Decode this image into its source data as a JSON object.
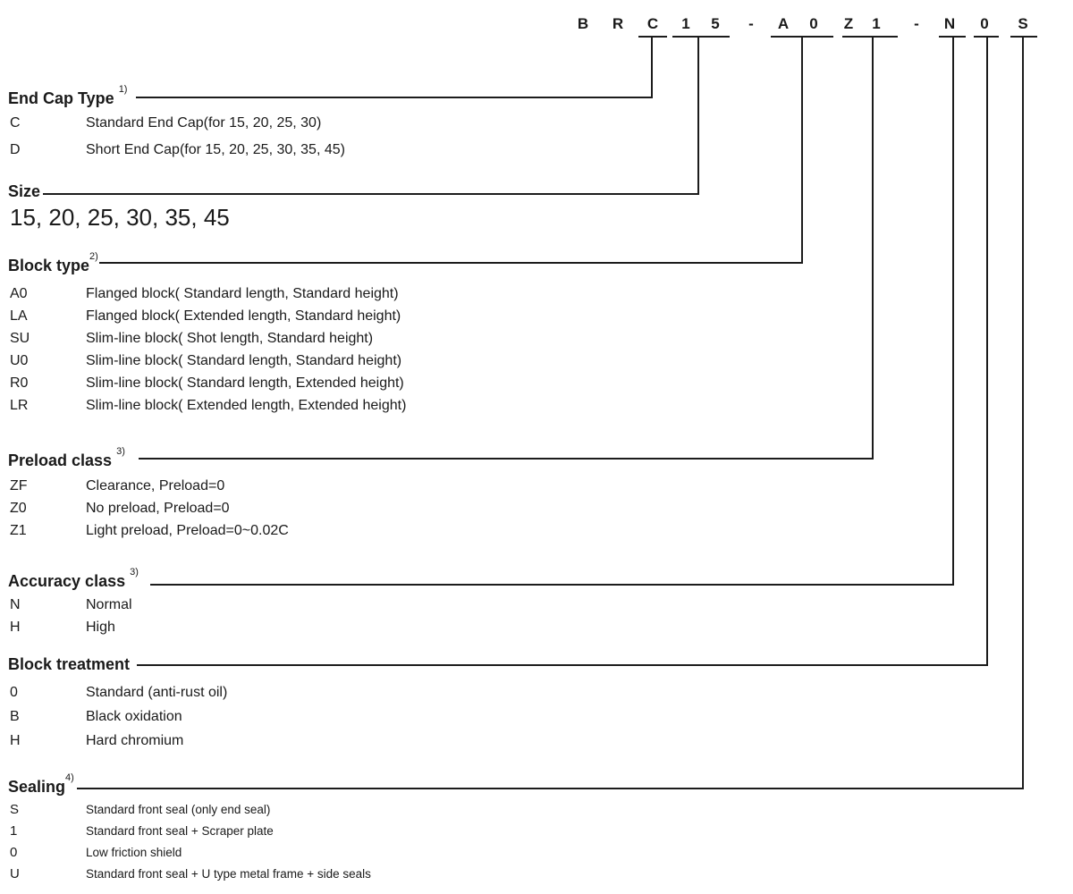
{
  "colors": {
    "background": "#ffffff",
    "text": "#1a1a1a",
    "line": "#1c1c1c"
  },
  "code": {
    "value": "BRC15-A0Z1-N0S",
    "chars": [
      "B",
      "R",
      "C",
      "1",
      "5",
      "-",
      "A",
      "0",
      "Z",
      "1",
      "-",
      "N",
      "0",
      "S"
    ]
  },
  "sections": [
    {
      "id": "end_cap_type",
      "title": "End Cap Type",
      "footnote": "1)",
      "items": [
        {
          "code": "C",
          "desc": "Standard End Cap(for 15, 20, 25, 30)"
        },
        {
          "code": "D",
          "desc": "Short End Cap(for 15, 20, 25, 30, 35, 45)"
        }
      ]
    },
    {
      "id": "size",
      "title": "Size",
      "footnote": "",
      "values": "15, 20, 25, 30, 35, 45",
      "items": []
    },
    {
      "id": "block_type",
      "title": "Block type",
      "footnote": "2)",
      "items": [
        {
          "code": "A0",
          "desc": "Flanged block( Standard length, Standard height)"
        },
        {
          "code": "LA",
          "desc": "Flanged block( Extended length, Standard height)"
        },
        {
          "code": "SU",
          "desc": "Slim-line block( Shot length, Standard height)"
        },
        {
          "code": "U0",
          "desc": "Slim-line block( Standard length, Standard height)"
        },
        {
          "code": "R0",
          "desc": "Slim-line block( Standard length, Extended height)"
        },
        {
          "code": "LR",
          "desc": "Slim-line block( Extended length, Extended height)"
        }
      ]
    },
    {
      "id": "preload_class",
      "title": "Preload class",
      "footnote": "3)",
      "items": [
        {
          "code": "ZF",
          "desc": "Clearance, Preload=0"
        },
        {
          "code": "Z0",
          "desc": "No preload, Preload=0"
        },
        {
          "code": "Z1",
          "desc": "Light preload, Preload=0~0.02C"
        }
      ]
    },
    {
      "id": "accuracy_class",
      "title": "Accuracy class",
      "footnote": "3)",
      "items": [
        {
          "code": "N",
          "desc": "Normal"
        },
        {
          "code": "H",
          "desc": "High"
        }
      ]
    },
    {
      "id": "block_treatment",
      "title": "Block treatment",
      "footnote": "",
      "items": [
        {
          "code": "0",
          "desc": "Standard (anti-rust oil)"
        },
        {
          "code": "B",
          "desc": "Black oxidation"
        },
        {
          "code": "H",
          "desc": "Hard chromium"
        }
      ]
    },
    {
      "id": "sealing",
      "title": "Sealing",
      "footnote": "4)",
      "items": [
        {
          "code": "S",
          "desc": "Standard front seal (only end seal)"
        },
        {
          "code": "1",
          "desc": "Standard front seal + Scraper plate"
        },
        {
          "code": "0",
          "desc": "Low friction shield"
        },
        {
          "code": "U",
          "desc": "Standard front seal + U type metal frame + side seals"
        }
      ]
    }
  ]
}
